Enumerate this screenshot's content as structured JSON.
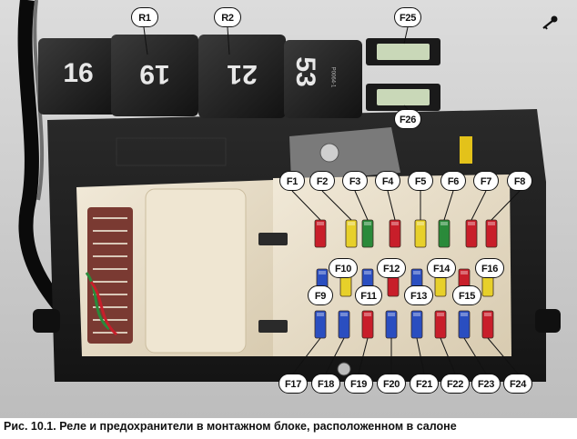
{
  "caption": "Рис. 10.1. Реле и предохранители в монтажном блоке, расположенном в салоне",
  "relays": [
    {
      "number": "16"
    },
    {
      "number": "19",
      "label": "R1"
    },
    {
      "number": "21",
      "label": "R2"
    },
    {
      "number": "53"
    }
  ],
  "relay_small_text": "P0064-1",
  "fuse_labels_top": [
    "F1",
    "F2",
    "F3",
    "F4",
    "F5",
    "F6",
    "F7",
    "F8"
  ],
  "fuse_labels_mid_upper": [
    "F10",
    "F12",
    "F14",
    "F16"
  ],
  "fuse_labels_mid_lower": [
    "F9",
    "F11",
    "F13",
    "F15"
  ],
  "fuse_labels_bottom": [
    "F17",
    "F18",
    "F19",
    "F20",
    "F21",
    "F22",
    "F23",
    "F24"
  ],
  "fuse_labels_side": [
    "F25",
    "F26"
  ],
  "colors": {
    "red_fuse": "#c81e2a",
    "yellow_fuse": "#e7d02a",
    "green_fuse": "#2a8a3a",
    "blue_fuse": "#2a4ec0",
    "beige_block": "#e9dfcb",
    "relay_black": "#1c1c1c"
  },
  "icons": [
    "key-icon"
  ]
}
